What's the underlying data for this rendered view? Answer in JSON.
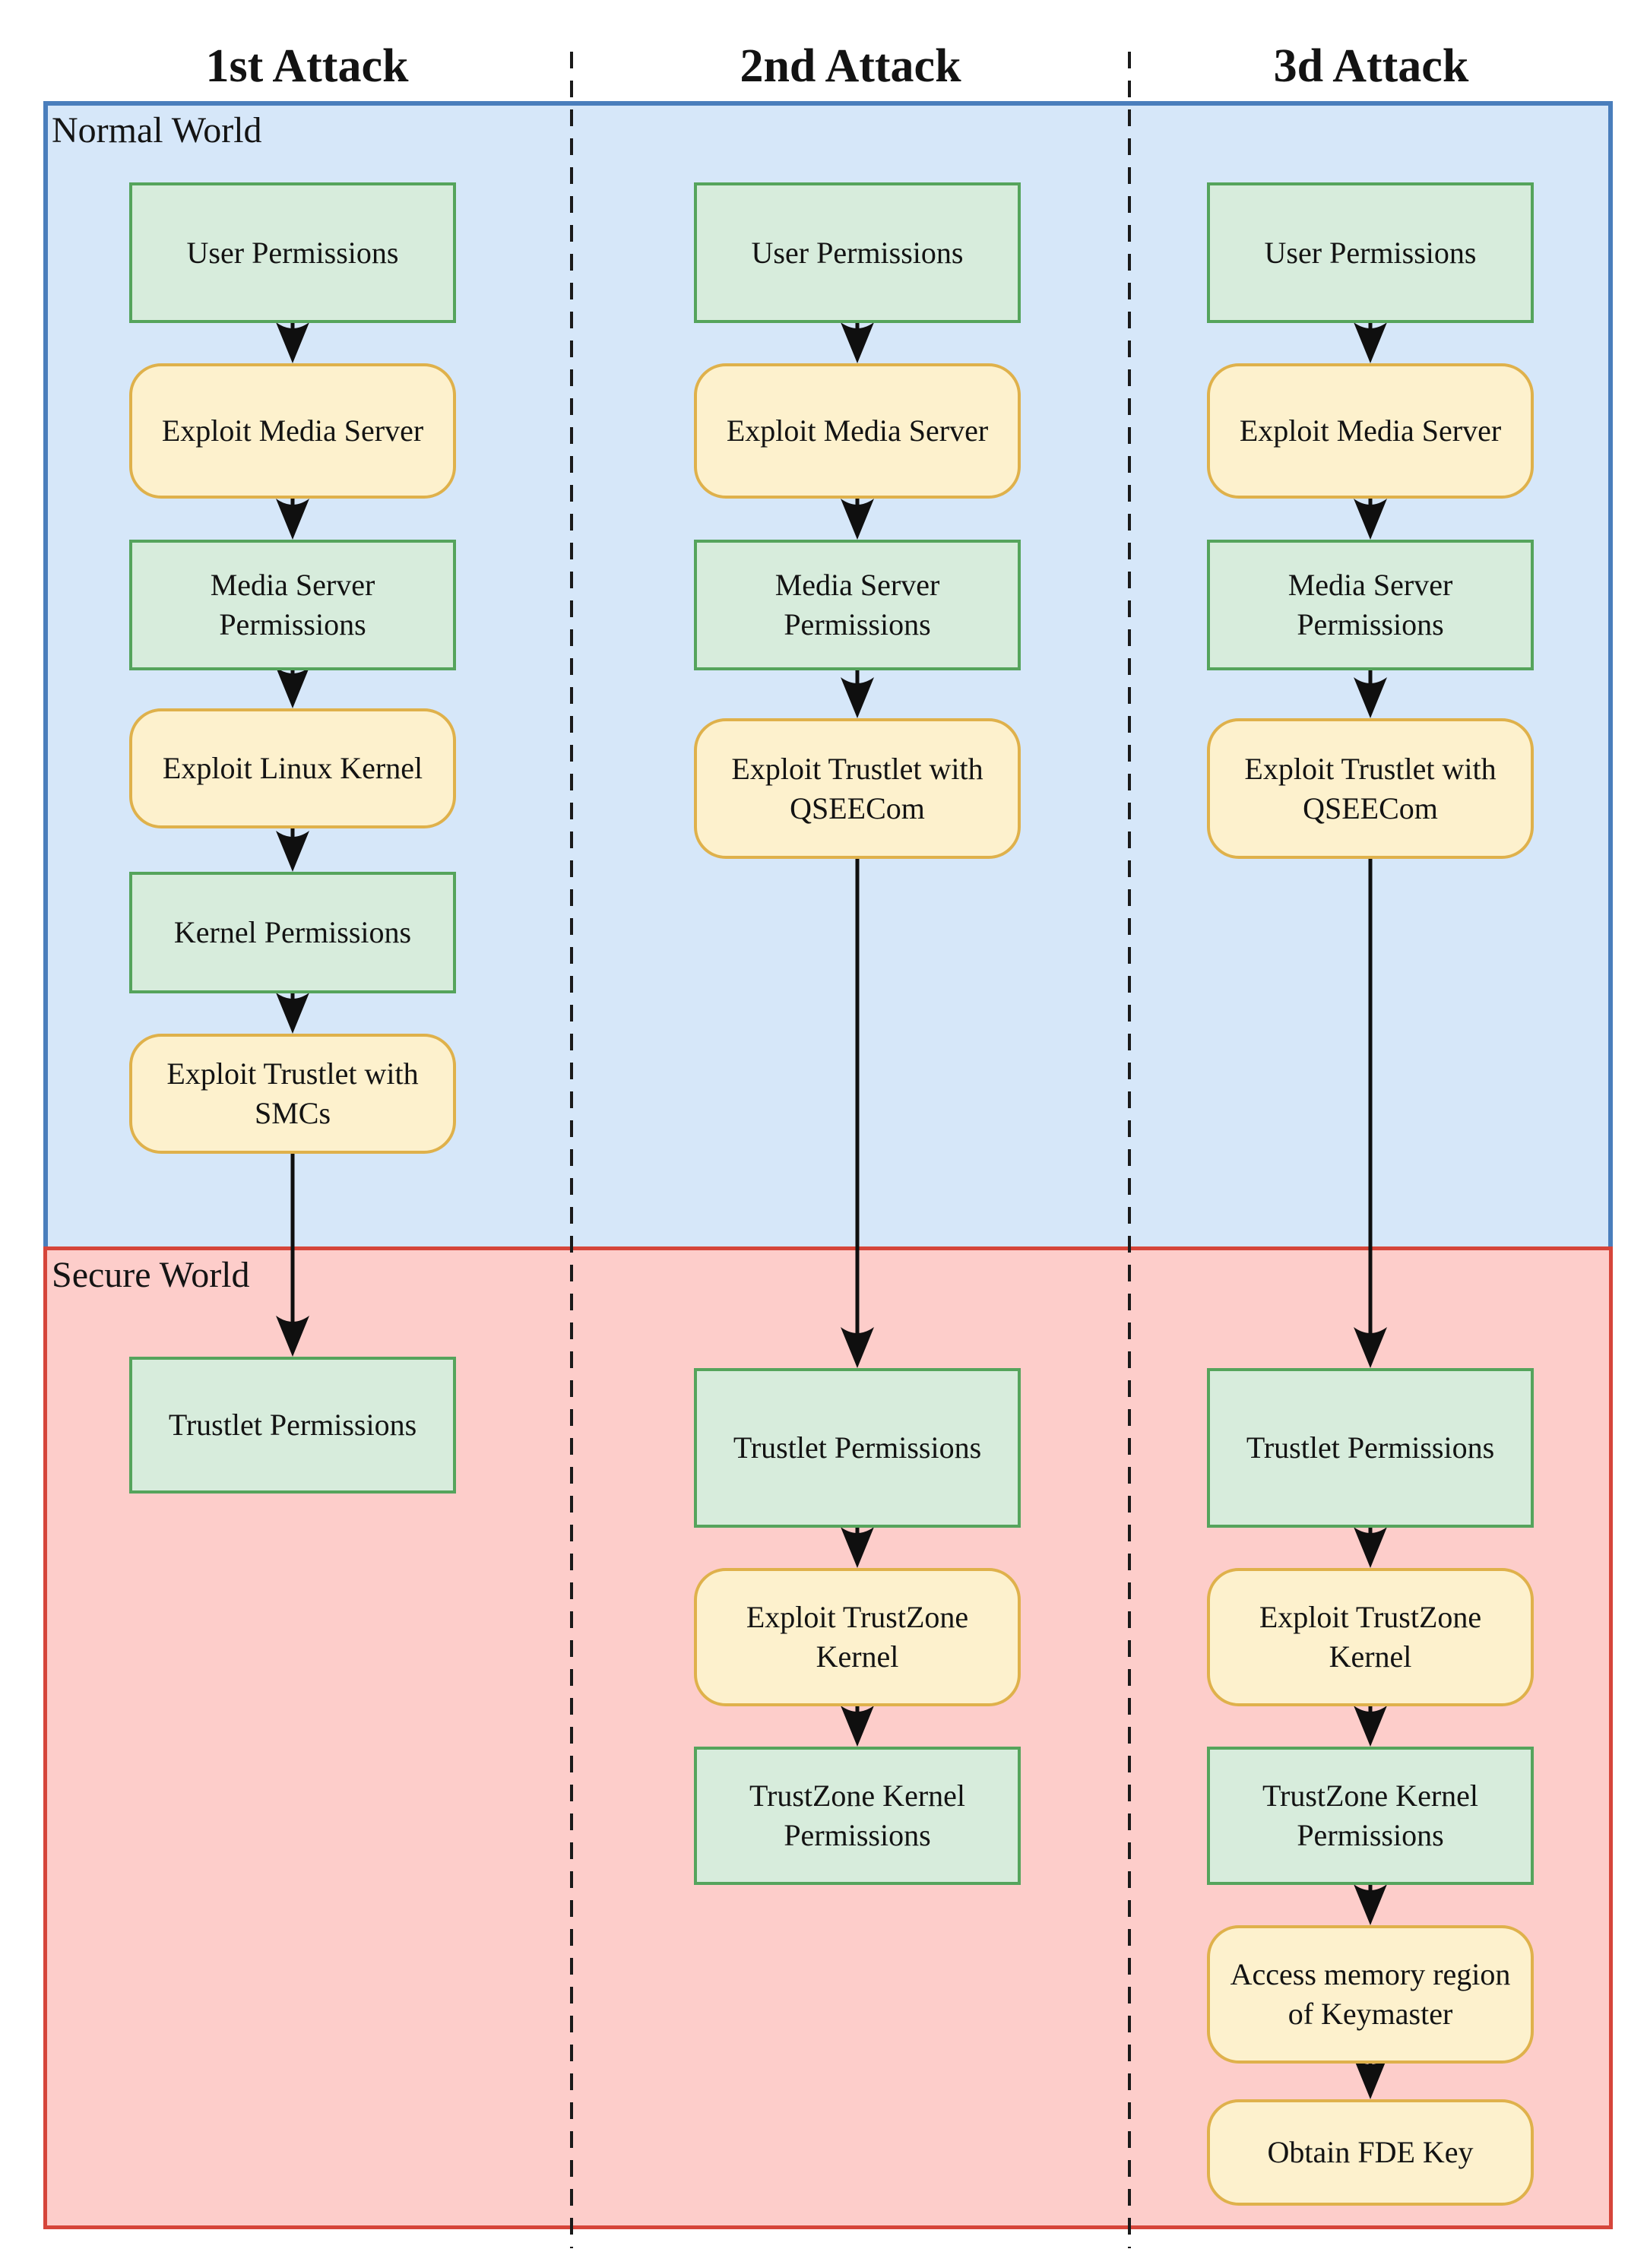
{
  "diagram": {
    "columns": [
      {
        "title": "1st Attack",
        "nodes": [
          {
            "label": "User Permissions",
            "kind": "permission"
          },
          {
            "label": "Exploit Media Server",
            "kind": "exploit"
          },
          {
            "label": "Media Server\nPermissions",
            "kind": "permission"
          },
          {
            "label": "Exploit Linux Kernel",
            "kind": "exploit"
          },
          {
            "label": "Kernel Permissions",
            "kind": "permission"
          },
          {
            "label": "Exploit Trustlet with\nSMCs",
            "kind": "exploit"
          },
          {
            "label": "Trustlet Permissions",
            "kind": "permission"
          }
        ]
      },
      {
        "title": "2nd Attack",
        "nodes": [
          {
            "label": "User Permissions",
            "kind": "permission"
          },
          {
            "label": "Exploit Media Server",
            "kind": "exploit"
          },
          {
            "label": "Media Server\nPermissions",
            "kind": "permission"
          },
          {
            "label": "Exploit Trustlet with\nQSEECom",
            "kind": "exploit"
          },
          {
            "label": "Trustlet Permissions",
            "kind": "permission"
          },
          {
            "label": "Exploit TrustZone\nKernel",
            "kind": "exploit"
          },
          {
            "label": "TrustZone Kernel\nPermissions",
            "kind": "permission"
          }
        ]
      },
      {
        "title": "3d Attack",
        "nodes": [
          {
            "label": "User Permissions",
            "kind": "permission"
          },
          {
            "label": "Exploit Media Server",
            "kind": "exploit"
          },
          {
            "label": "Media Server\nPermissions",
            "kind": "permission"
          },
          {
            "label": "Exploit Trustlet with\nQSEECom",
            "kind": "exploit"
          },
          {
            "label": "Trustlet Permissions",
            "kind": "permission"
          },
          {
            "label": "Exploit TrustZone\nKernel",
            "kind": "exploit"
          },
          {
            "label": "TrustZone Kernel\nPermissions",
            "kind": "permission"
          },
          {
            "label": "Access memory region\nof Keymaster",
            "kind": "exploit"
          },
          {
            "label": "Obtain FDE Key",
            "kind": "exploit"
          }
        ]
      }
    ],
    "regions": {
      "normal": {
        "label": "Normal World",
        "fill": "#d6e7f9",
        "border": "#4a7ebc"
      },
      "secure": {
        "label": "Secure World",
        "fill": "#fdcdca",
        "border": "#d6453a"
      }
    },
    "node_colors": {
      "permission_fill": "#d7ecdc",
      "permission_border": "#55a45c",
      "exploit_fill": "#fdf1cd",
      "exploit_border": "#dfb14b"
    },
    "connector_colors": {
      "arrow": "#0f0f0f",
      "divider_dash": "#1a1a1a"
    }
  }
}
